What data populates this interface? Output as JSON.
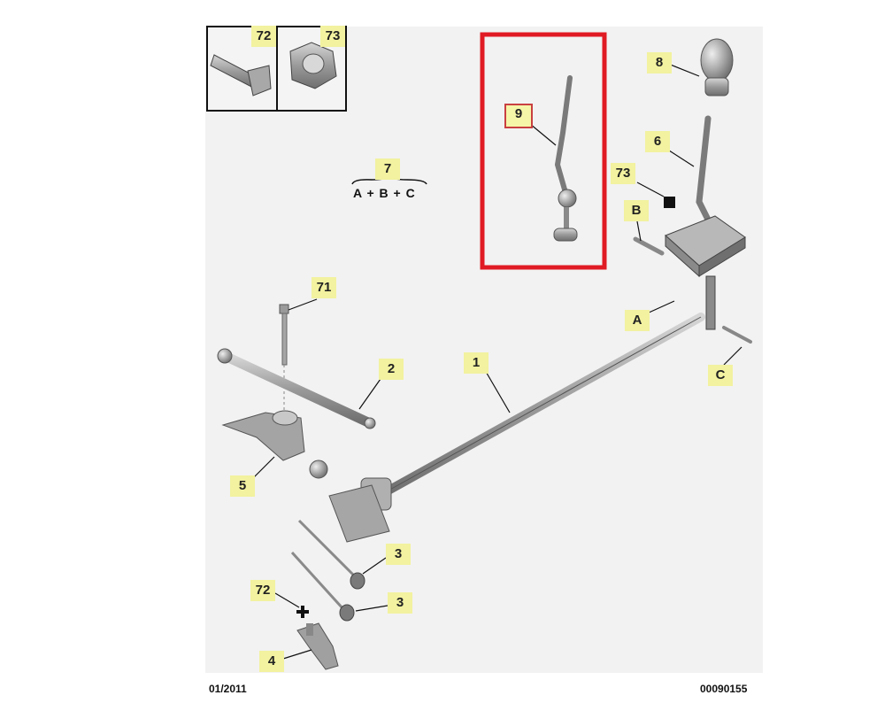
{
  "callouts": {
    "c72_top": "72",
    "c73_top": "73",
    "c7": "7",
    "c9": "9",
    "c8": "8",
    "c6": "6",
    "c73_mid": "73",
    "cB": "B",
    "cA": "A",
    "cC": "C",
    "c71": "71",
    "c2": "2",
    "c1": "1",
    "c5": "5",
    "c3_upper": "3",
    "c3_lower": "3",
    "c72_low": "72",
    "c4": "4"
  },
  "formula": "A + B + C",
  "footer": {
    "date": "01/2011",
    "ref": "00090155"
  },
  "colors": {
    "sheet": "#f2f2f2",
    "callout_fill": "#f2f2a0",
    "highlight_frame": "#e01b24",
    "part_metal": "#9a9a9a"
  }
}
